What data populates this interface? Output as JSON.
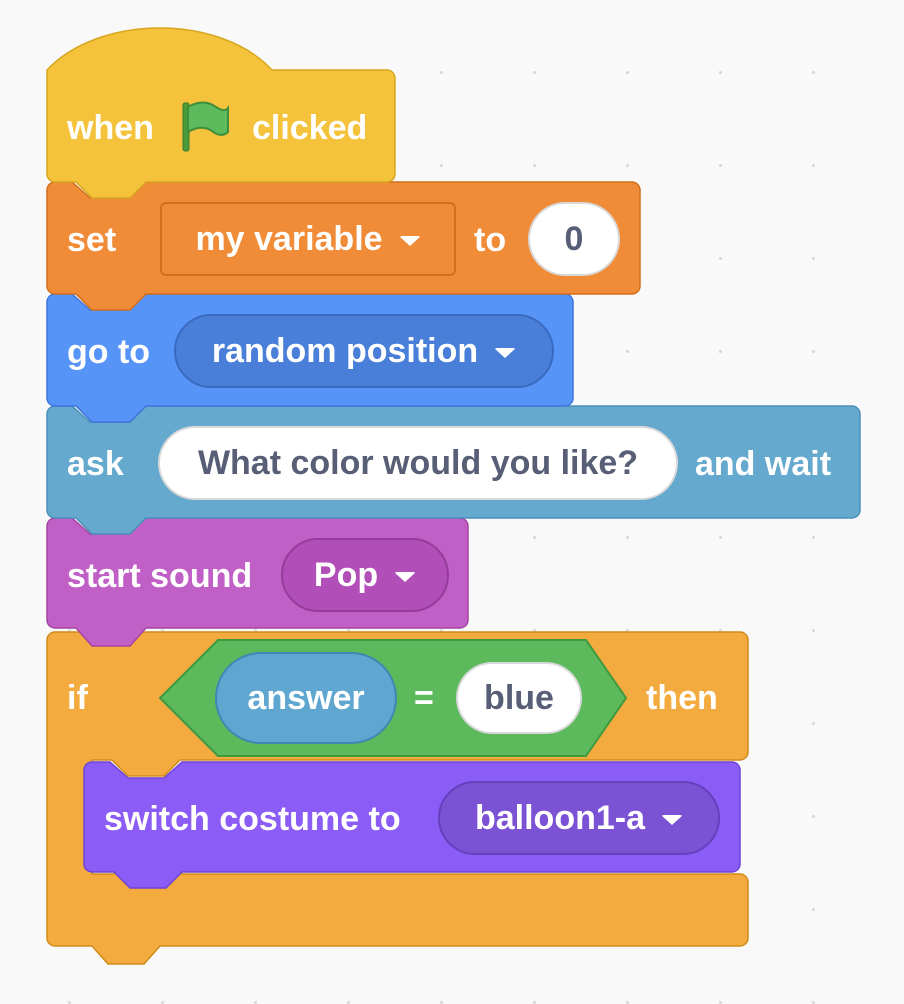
{
  "colors": {
    "events": "#f5c33b",
    "variables": "#f08b38",
    "motion": "#5694f7",
    "sensing": "#66a9ce",
    "sound": "#c060c6",
    "control": "#f3ab3f",
    "operators": "#5cb95c",
    "looks": "#8b5cf6"
  },
  "blocks": {
    "hat": {
      "when": "when",
      "flag_icon": "green-flag-icon",
      "clicked": "clicked"
    },
    "set_var": {
      "set": "set",
      "variable": "my variable",
      "to": "to",
      "value": "0"
    },
    "go_to": {
      "label": "go to",
      "target": "random position"
    },
    "ask": {
      "label": "ask",
      "question": "What color would you like?",
      "and_wait": "and wait"
    },
    "start_sound": {
      "label": "start sound",
      "sound": "Pop"
    },
    "if_then": {
      "if": "if",
      "then": "then"
    },
    "equals": {
      "left": "answer",
      "operator": "=",
      "right": "blue"
    },
    "switch_costume": {
      "label": "switch costume to",
      "costume": "balloon1-a"
    }
  }
}
